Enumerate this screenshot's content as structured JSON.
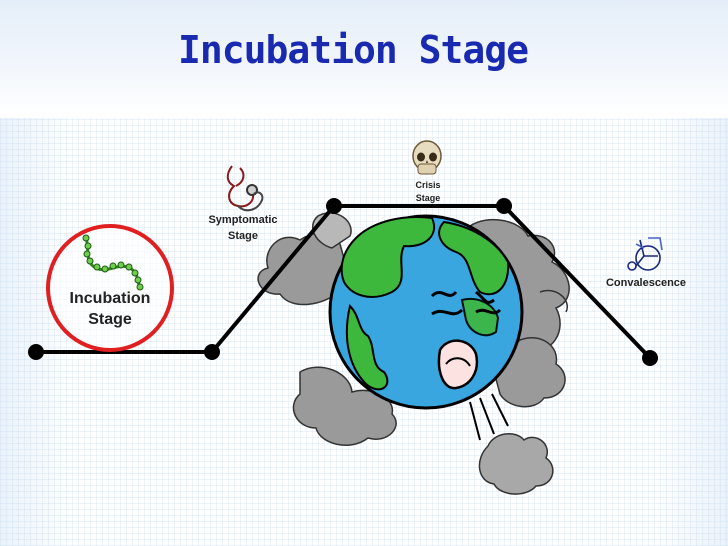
{
  "slide": {
    "title": "Incubation Stage"
  },
  "stages": {
    "incubation": "Incubation\nStage",
    "symptomatic": "Symptomatic\nStage",
    "crisis": "Crisis\nStage",
    "convalescence": "Convalescence"
  },
  "icons": {
    "incubation": "bacterium-icon",
    "symptomatic": "stethoscope-icon",
    "crisis": "skull-icon",
    "convalescence": "wheelchair-icon",
    "center": "sick-earth-illustration"
  },
  "colors": {
    "title": "#1a2ab0",
    "highlight_circle": "#e02020",
    "ocean": "#39a6e0",
    "land": "#3db83d",
    "smoke": "#9a9a9a",
    "line": "#000000"
  }
}
